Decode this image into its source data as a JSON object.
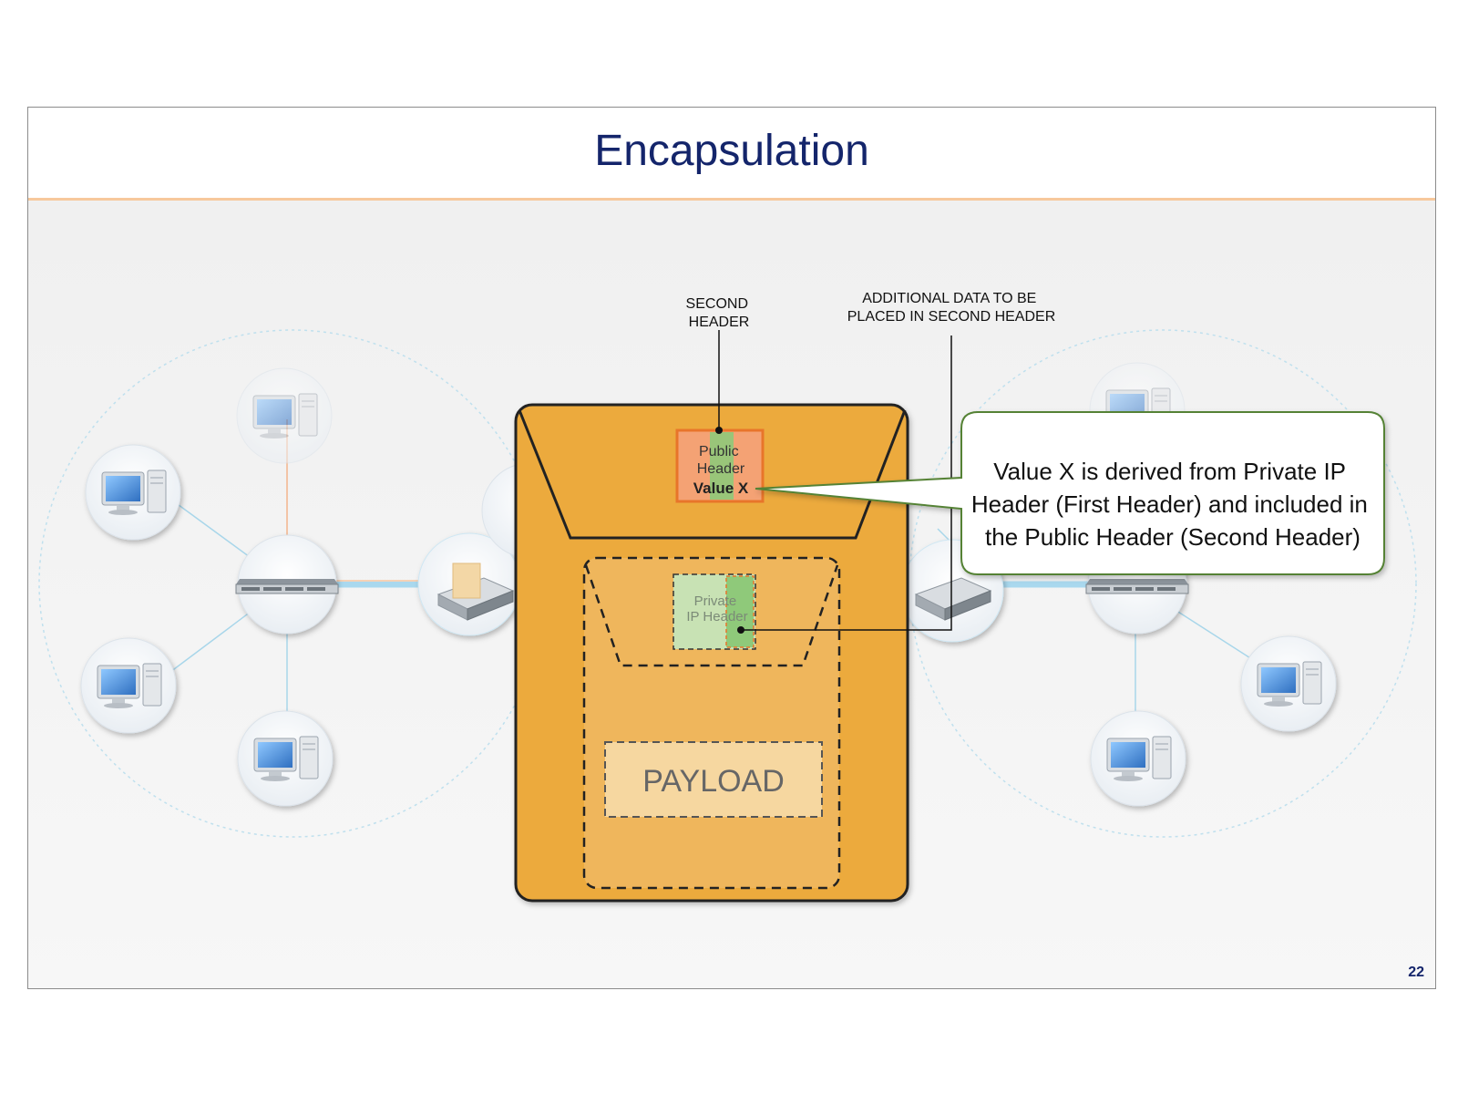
{
  "slide": {
    "title": "Encapsulation",
    "page_number": "22"
  },
  "labels": {
    "second_header": [
      "SECOND",
      "HEADER"
    ],
    "additional_data": [
      "ADDITIONAL DATA TO BE",
      "PLACED IN SECOND HEADER"
    ]
  },
  "envelope": {
    "public_header": [
      "Public",
      "Header"
    ],
    "value_x": "Value X",
    "private_header": [
      "Private",
      "IP Header"
    ],
    "payload": "PAYLOAD"
  },
  "callout": {
    "lines": [
      "Value X is derived from Private IP",
      "Header (First Header) and included in",
      "the Public Header (Second Header)"
    ]
  },
  "colors": {
    "title": "#14256b",
    "title_rule": "#f7c89c",
    "envelope_fill": "#ecaa3c",
    "public_header_fill": "#f4a274",
    "value_strip_green": "#8fc97a",
    "private_header_fill": "#c8e2b4",
    "payload_fill": "#f6d7a0",
    "callout_border": "#548235"
  },
  "icons": {
    "left_network": [
      "computer-icon",
      "computer-icon",
      "computer-icon",
      "computer-icon",
      "switch-icon",
      "server-icon"
    ],
    "right_network": [
      "computer-icon",
      "computer-icon",
      "computer-icon",
      "switch-icon",
      "server-icon"
    ]
  }
}
